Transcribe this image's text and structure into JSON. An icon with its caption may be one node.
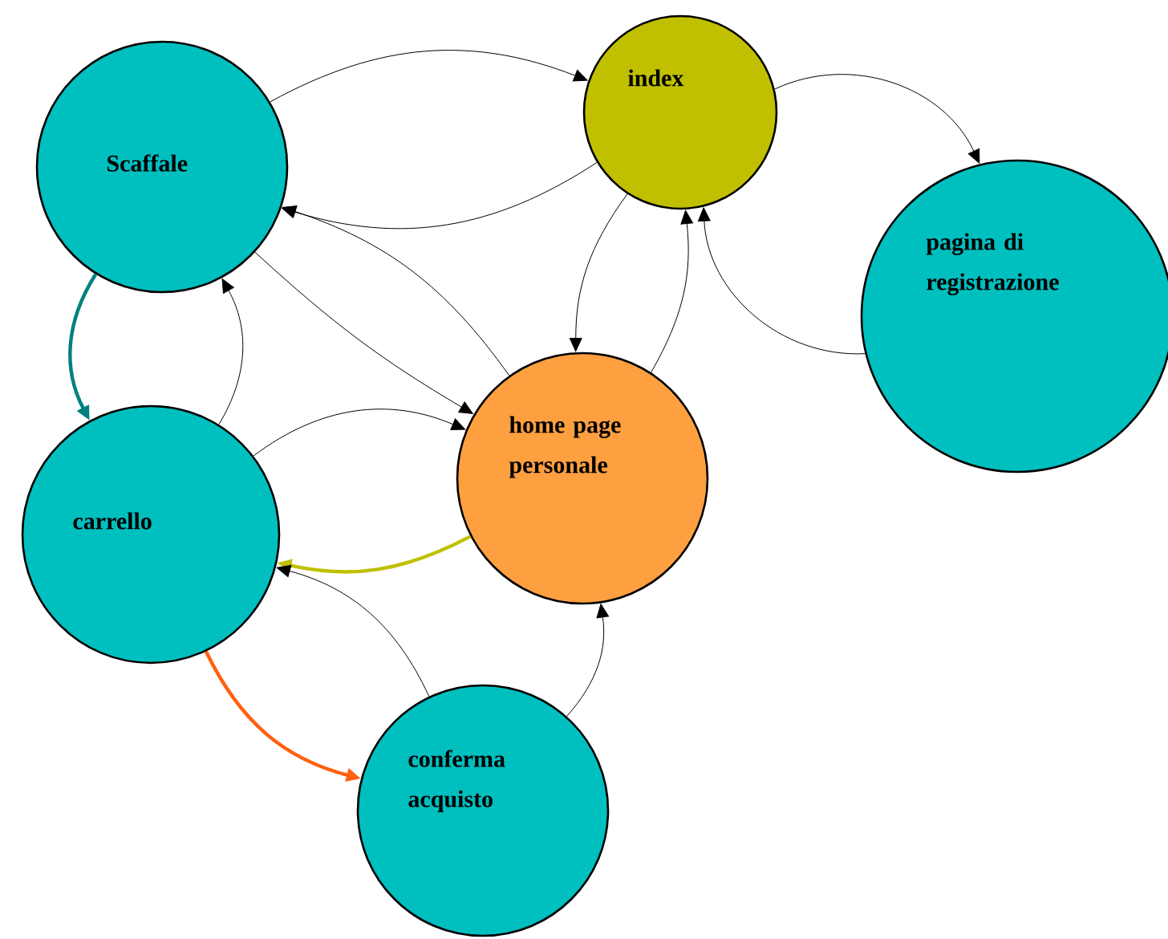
{
  "diagram": {
    "nodes": [
      {
        "text": [
          "Scaffale"
        ]
      },
      {
        "text": [
          "index"
        ]
      },
      {
        "text": [
          "pagina di registrazione"
        ]
      },
      {
        "text": [
          "home page personale"
        ]
      },
      {
        "text": [
          "carrello"
        ]
      },
      {
        "text": [
          "conferma acquisto"
        ]
      }
    ],
    "edges": [
      {
        "from": 0,
        "to": 1,
        "arrow": "to"
      },
      {
        "from": 1,
        "to": 0,
        "arrow": "to"
      },
      {
        "from": 1,
        "to": 2,
        "arrow": "to"
      },
      {
        "from": 2,
        "to": 1,
        "arrow": "to"
      },
      {
        "from": 1,
        "to": 3,
        "arrow": "to"
      },
      {
        "from": 3,
        "to": 1,
        "arrow": "to"
      },
      {
        "from": 3,
        "to": 0,
        "arrow": "to"
      },
      {
        "from": 0,
        "to": 3,
        "arrow": "to"
      },
      {
        "from": 0,
        "to": 4,
        "arrow": "to",
        "style": "thick",
        "color": "#008080"
      },
      {
        "from": 4,
        "to": 0,
        "arrow": "to"
      },
      {
        "from": 4,
        "to": 3,
        "arrow": "to"
      },
      {
        "from": 3,
        "to": 4,
        "arrow": "to",
        "style": "thick",
        "color": "#c0c000"
      },
      {
        "from": 5,
        "to": 4,
        "arrow": "to"
      },
      {
        "from": 4,
        "to": 5,
        "arrow": "to",
        "style": "thick",
        "color": "#ff6010"
      },
      {
        "from": 5,
        "to": 3,
        "arrow": "to"
      }
    ]
  }
}
